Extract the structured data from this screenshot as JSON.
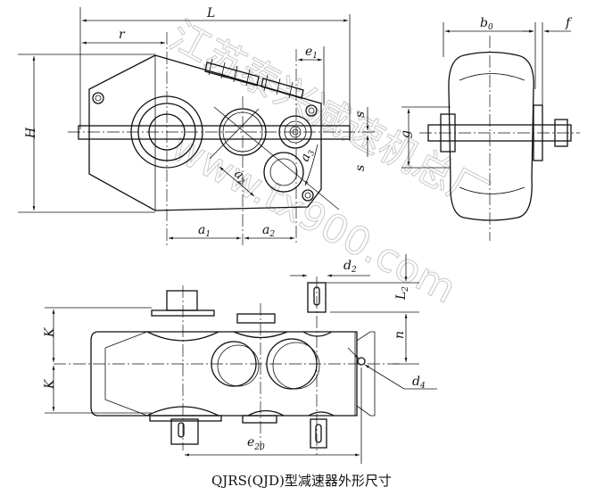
{
  "caption": "QJRS(QJD)型减速器外形尺寸",
  "watermark": {
    "line1": "江苏泰兴减速机总厂",
    "line2": "www.tx900.com"
  },
  "labels": {
    "L": "L",
    "r": "r",
    "H": "H",
    "e": "e",
    "e1_sub": "1",
    "s_top": "s",
    "s_bottom": "s",
    "a": "a",
    "a1_sub": "1",
    "a2_sub": "2",
    "a3_sub": "3",
    "b": "b",
    "b0_sub": "0",
    "f": "f",
    "g": "g",
    "d": "d",
    "d2_sub": "2",
    "d4_sub": "4",
    "L2_sub": "2",
    "n": "n",
    "K_top": "K",
    "K_bottom": "K",
    "e20_sub": "20"
  }
}
